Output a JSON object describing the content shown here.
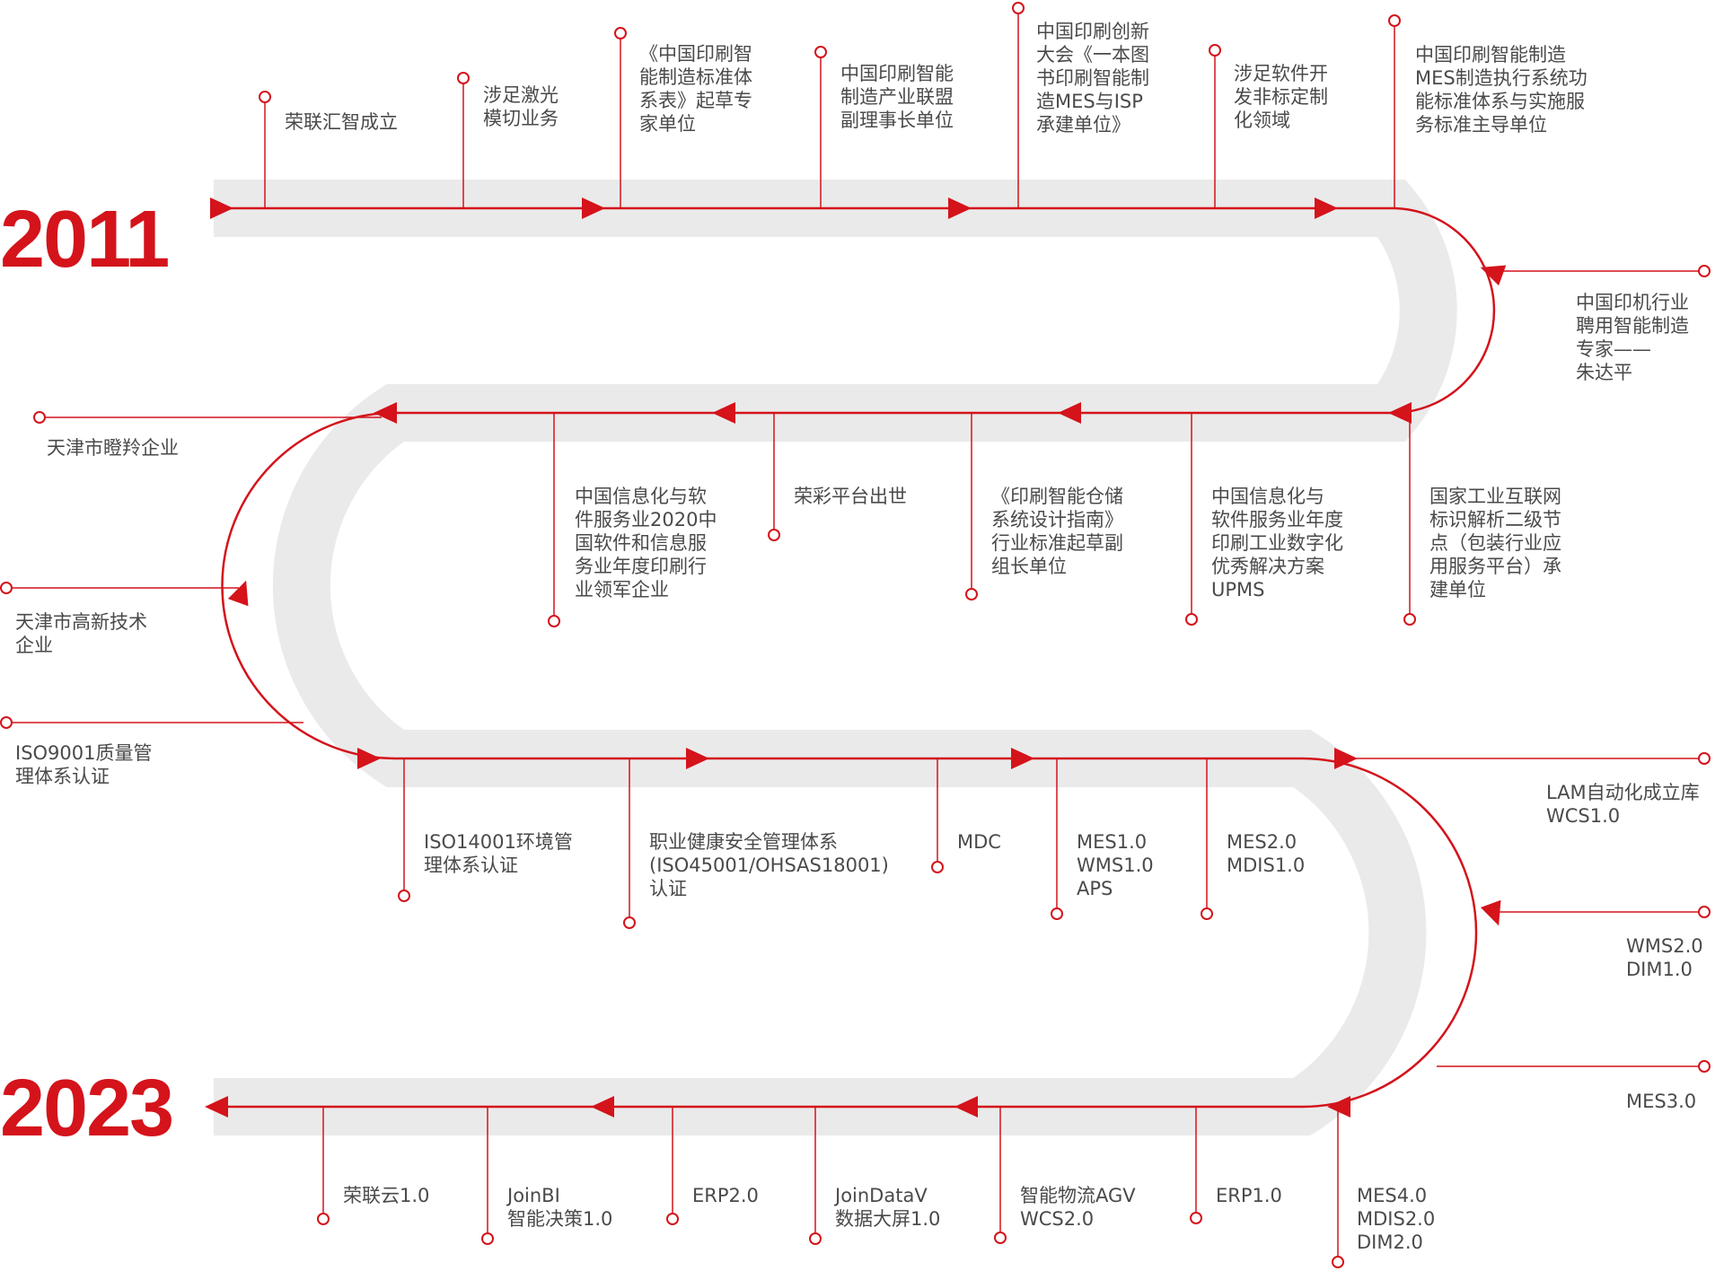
{
  "colors": {
    "accent": "#d4131b",
    "road": "#eaeaea",
    "text": "#4a4a4a"
  },
  "timeline": {
    "start_year": "2011",
    "end_year": "2023",
    "row1": [
      {
        "text": "荣联汇智成立"
      },
      {
        "text": "涉足激光\n模切业务"
      },
      {
        "text": "《中国印刷智\n能制造标准体\n系表》起草专\n家单位"
      },
      {
        "text": "中国印刷智能\n制造产业联盟\n副理事长单位"
      },
      {
        "text": "中国印刷创新\n大会《一本图\n书印刷智能制\n造MES与ISP\n承建单位》"
      },
      {
        "text": "涉足软件开\n发非标定制\n化领域"
      },
      {
        "text": "中国印刷智能制造\nMES制造执行系统功\n能标准体系与实施服\n务标准主导单位"
      }
    ],
    "curve1": [
      {
        "text": "中国印机行业\n聘用智能制造\n专家——\n朱达平"
      }
    ],
    "row2": [
      {
        "text": "国家工业互联网\n标识解析二级节\n点（包装行业应\n用服务平台）承\n建单位"
      },
      {
        "text": "中国信息化与\n软件服务业年度\n印刷工业数字化\n优秀解决方案\nUPMS"
      },
      {
        "text": "《印刷智能仓储\n系统设计指南》\n行业标准起草副\n组长单位"
      },
      {
        "text": "荣彩平台出世"
      },
      {
        "text": "中国信息化与软\n件服务业2020中\n国软件和信息服\n务业年度印刷行\n业领军企业"
      }
    ],
    "curve2": [
      {
        "text": "天津市瞪羚企业"
      },
      {
        "text": "天津市高新技术\n企业"
      },
      {
        "text": "ISO9001质量管\n理体系认证"
      }
    ],
    "row3": [
      {
        "text": "ISO14001环境管\n理体系认证"
      },
      {
        "text": "职业健康安全管理体系\n(ISO45001/OHSAS18001)\n认证"
      },
      {
        "text": "MDC"
      },
      {
        "text": "MES1.0\nWMS1.0\nAPS"
      },
      {
        "text": "MES2.0\nMDIS1.0"
      }
    ],
    "curve3": [
      {
        "text": "LAM自动化成立库\nWCS1.0"
      },
      {
        "text": "WMS2.0\nDIM1.0"
      },
      {
        "text": "MES3.0"
      }
    ],
    "row4": [
      {
        "text": "MES4.0\nMDIS2.0\nDIM2.0"
      },
      {
        "text": "ERP1.0"
      },
      {
        "text": "智能物流AGV\nWCS2.0"
      },
      {
        "text": "JoinDataV\n数据大屏1.0"
      },
      {
        "text": "ERP2.0"
      },
      {
        "text": "JoinBI\n智能决策1.0"
      },
      {
        "text": "荣联云1.0"
      }
    ]
  }
}
